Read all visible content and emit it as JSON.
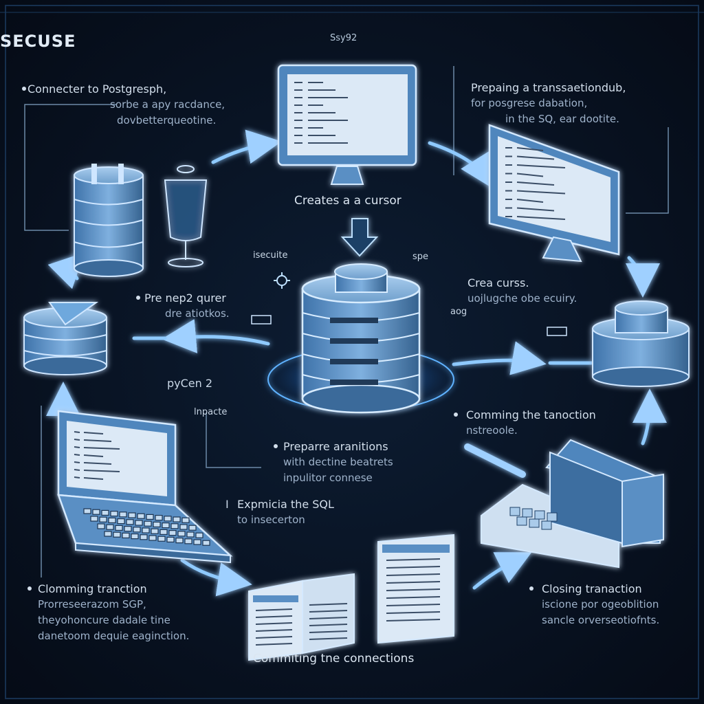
{
  "header": {
    "title": "SECUSE",
    "subtitle": "Ssy92"
  },
  "steps": {
    "connect": {
      "l1": "Connecter to Postgresph,",
      "l2": "sorbe a apy racdance,",
      "l3": "dovbetterqueotine."
    },
    "prepare_top": {
      "l1": "Prepaing a transsaetiondub,",
      "l2": "for posgrese dabation,",
      "l3": "in the SQ, ear dootite."
    },
    "pre_query": {
      "l1": "Pre nep2 qurer",
      "l2": "dre atiotkos."
    },
    "crea_curs": {
      "l1": "Crea curss.",
      "l2": "uojlugche obe ecuiry."
    },
    "prepare_center": {
      "l1": "Preparre aranitions",
      "l2": "with dectine beatrets",
      "l3": "inpulitor connese"
    },
    "comming": {
      "l1": "Comming the tanoction",
      "l2": "nstreoole."
    },
    "expmicia": {
      "l1": "Expmicia the SQL",
      "l2": "to insecerton"
    },
    "clomming": {
      "l1": "Clomming tranction",
      "l2": "Prorreseerazom SGP,",
      "l3": "theyohoncure dadale tine",
      "l4": "danetoom dequie eaginction."
    },
    "closing": {
      "l1": "Closing tranaction",
      "l2": "iscione por ogeoblition",
      "l3": "sancle orverseotiofnts."
    }
  },
  "captions": {
    "cursor": "Creates a a cursor",
    "connections": "Commiting tne connections"
  },
  "labels": {
    "execute": "isecuite",
    "spe": "spe",
    "aog": "aog",
    "pycon": "pyCen 2",
    "inpacte": "lnpacte",
    "bullet_mark": "I"
  },
  "colors": {
    "background": "#070f1c",
    "glow": "#2f8cff",
    "device": "#5a8fc4",
    "screen": "#dce9f6"
  },
  "icons": [
    "database-icon",
    "monitor-icon",
    "laptop-icon",
    "book-stack-icon",
    "document-icon",
    "arrow-icon",
    "gear-icon"
  ]
}
